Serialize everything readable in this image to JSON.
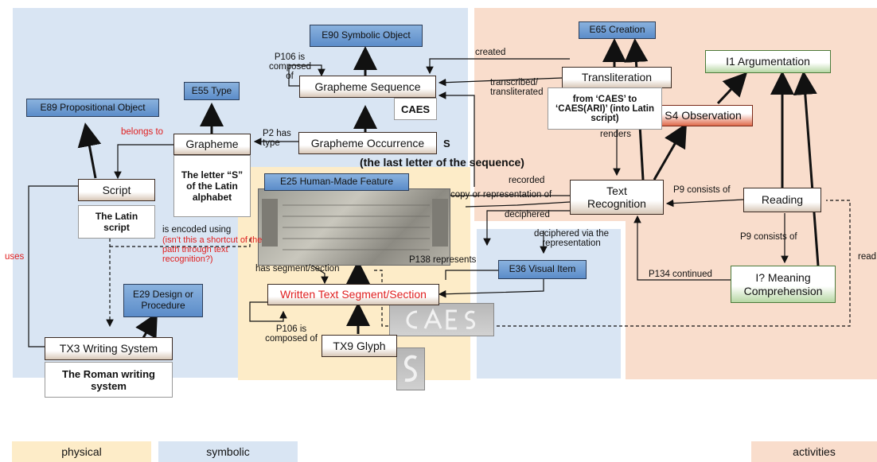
{
  "colors": {
    "physical": "#fdecc8",
    "symbolic": "#d9e5f3",
    "activities": "#f9ddcc",
    "red": "#e02020",
    "blue_node": "#5b8cc9"
  },
  "nodes": {
    "e90": "E90 Symbolic Object",
    "e65": "E65 Creation",
    "i1": "I1 Argumentation",
    "e55": "E55 Type",
    "grapheme_sequence": "Grapheme  Sequence",
    "transliteration": "Transliteration",
    "e89": "E89 Propositional Object",
    "s4": "S4 Observation",
    "grapheme": "Grapheme",
    "grapheme_occurrence": "Grapheme  Occurrence",
    "script": "Script",
    "e25": "E25 Human-Made Feature",
    "text_recognition": "Text Recognition",
    "reading": "Reading",
    "e36": "E36 Visual Item",
    "e29": "E29 Design or Procedure",
    "written_segment": "Written Text Segment/Section",
    "meaning": "I? Meaning Comprehension",
    "tx3": "TX3 Writing System",
    "tx9": "TX9 Glyph"
  },
  "notes": {
    "caes": "CAES",
    "translit": "from ‘CAES’ to ‘CAES(ARI)’ (into Latin script)",
    "letter_s": "The letter “S” of the Latin alphabet",
    "latin_script": "The Latin script",
    "roman": "The Roman writing system",
    "s_label": "S",
    "last_letter": "(the last letter of the sequence)"
  },
  "labels": {
    "p106_top": "P106 is composed of",
    "created": "created",
    "transcribed": "transcribed/ transliterated",
    "renders": "renders",
    "belongs_to": "belongs to",
    "p2": "P2 has type",
    "recorded": "recorded",
    "copy": "copy or representation of",
    "p9_a": "P9 consists of",
    "deciphered": "deciphered",
    "is_encoded": "is encoded using",
    "shortcut": "(isn’t this a shortcut of the path through text recognition?)",
    "uses": "uses",
    "deciphered_via": "deciphered via the representation",
    "p9_b": "P9 consists of",
    "read": "read",
    "represents": "P138 represents",
    "has_segment": "has segment/section",
    "p134": "P134 continued",
    "p106_bottom": "P106 is composed of"
  },
  "legend": {
    "physical": "physical",
    "symbolic": "symbolic",
    "activities": "activities"
  },
  "images": {
    "inscription": "inscription-photo",
    "caes_crop": "caes-crop",
    "s_crop": "s-glyph-crop"
  }
}
